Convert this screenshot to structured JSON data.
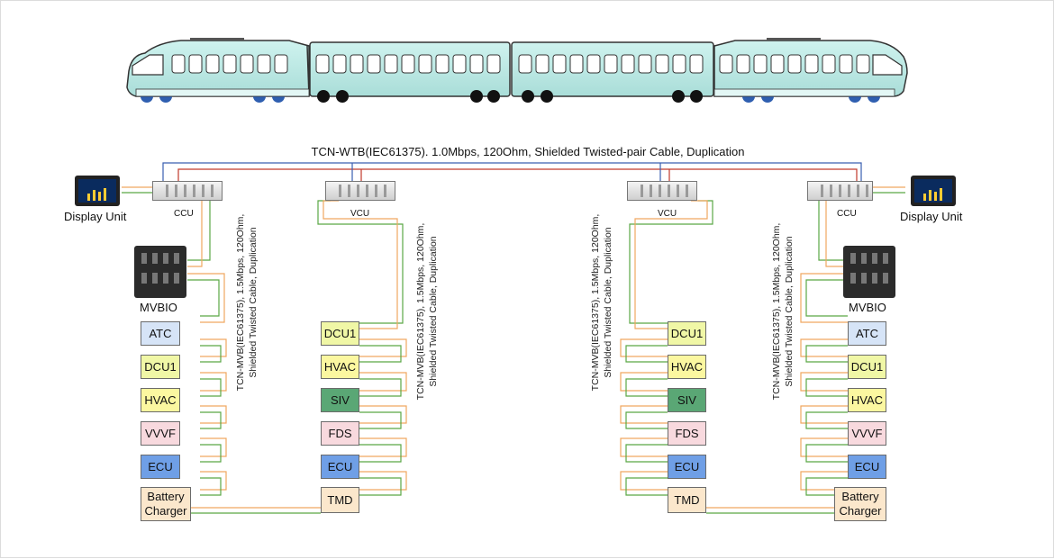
{
  "diagram": {
    "wtb_label": "TCN-WTB(IEC61375). 1.0Mbps, 120Ohm, Shielded Twisted-pair Cable, Duplication",
    "mvb_label_line1": "TCN-MVB(IEC61375), 1.5Mbps, 120Ohm,",
    "mvb_label_line2": "Shielded Twisted Cable, Duplication",
    "display_unit": "Display Unit",
    "ccu": "CCU",
    "vcu": "VCU",
    "mvbio": "MVBIO",
    "end_car_devices": [
      "ATC",
      "DCU1",
      "HVAC",
      "VVVF",
      "ECU"
    ],
    "end_car_last_line1": "Battery",
    "end_car_last_line2": "Charger",
    "mid_car_devices": [
      "DCU1",
      "HVAC",
      "SIV",
      "FDS",
      "ECU",
      "TMD"
    ]
  },
  "colors": {
    "atc": "#d6e4f7",
    "dcu1": "#f0f7a6",
    "hvac": "#fbf7a0",
    "vvvf": "#f8d9de",
    "ecu": "#6f9fe6",
    "battery": "#fbe7cc",
    "siv": "#5aa775",
    "fds": "#f8d9de",
    "tmd": "#fbe7cc",
    "train_body": "#bfeae6",
    "wtb_blue": "#3a5fb0",
    "wtb_red": "#c0392b",
    "mvb_green": "#5aa845",
    "mvb_orange": "#f0a860"
  }
}
